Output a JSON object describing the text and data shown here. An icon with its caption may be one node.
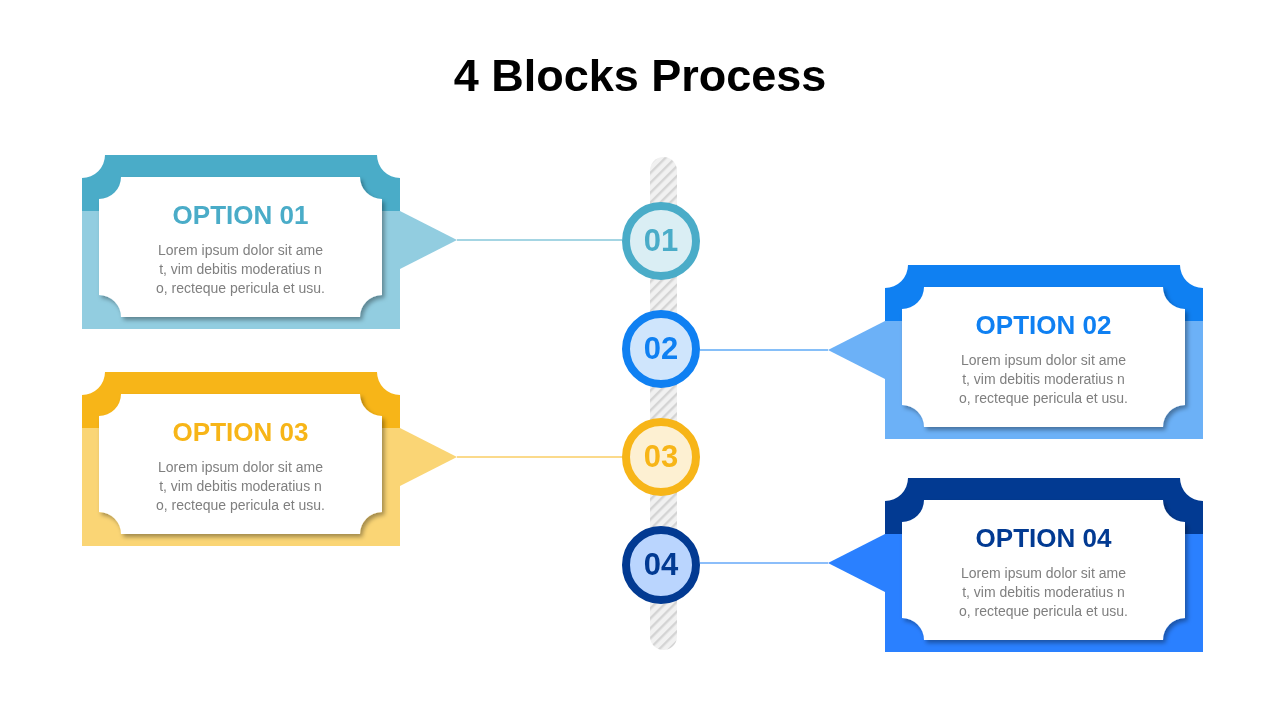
{
  "diagram": {
    "title": "4 Blocks Process",
    "nodes": [
      {
        "text": [
          "OPTION 01",
          "Lorem ipsum dolor sit ame t, vim debitis moderatius n o, recteque pericula et usu."
        ]
      },
      {
        "text": [
          "01"
        ]
      },
      {
        "text": [
          "OPTION 02",
          "Lorem ipsum dolor sit ame t, vim debitis moderatius n o, recteque pericula et usu."
        ]
      },
      {
        "text": [
          "02"
        ]
      },
      {
        "text": [
          "OPTION 03",
          "Lorem ipsum dolor sit ame t, vim debitis moderatius n o, recteque pericula et usu."
        ]
      },
      {
        "text": [
          "03"
        ]
      },
      {
        "text": [
          "OPTION 04",
          "Lorem ipsum dolor sit ame t, vim debitis moderatius n o, recteque pericula et usu."
        ]
      },
      {
        "text": [
          "04"
        ]
      }
    ],
    "edges": [
      {
        "from": 0,
        "to": 1,
        "arrow": "none",
        "color": "#4aacc8"
      },
      {
        "from": 2,
        "to": 3,
        "arrow": "none",
        "color": "#0f80f2"
      },
      {
        "from": 4,
        "to": 5,
        "arrow": "none",
        "color": "#f7b518"
      },
      {
        "from": 6,
        "to": 7,
        "arrow": "none",
        "color": "#1a7ff5"
      }
    ]
  }
}
